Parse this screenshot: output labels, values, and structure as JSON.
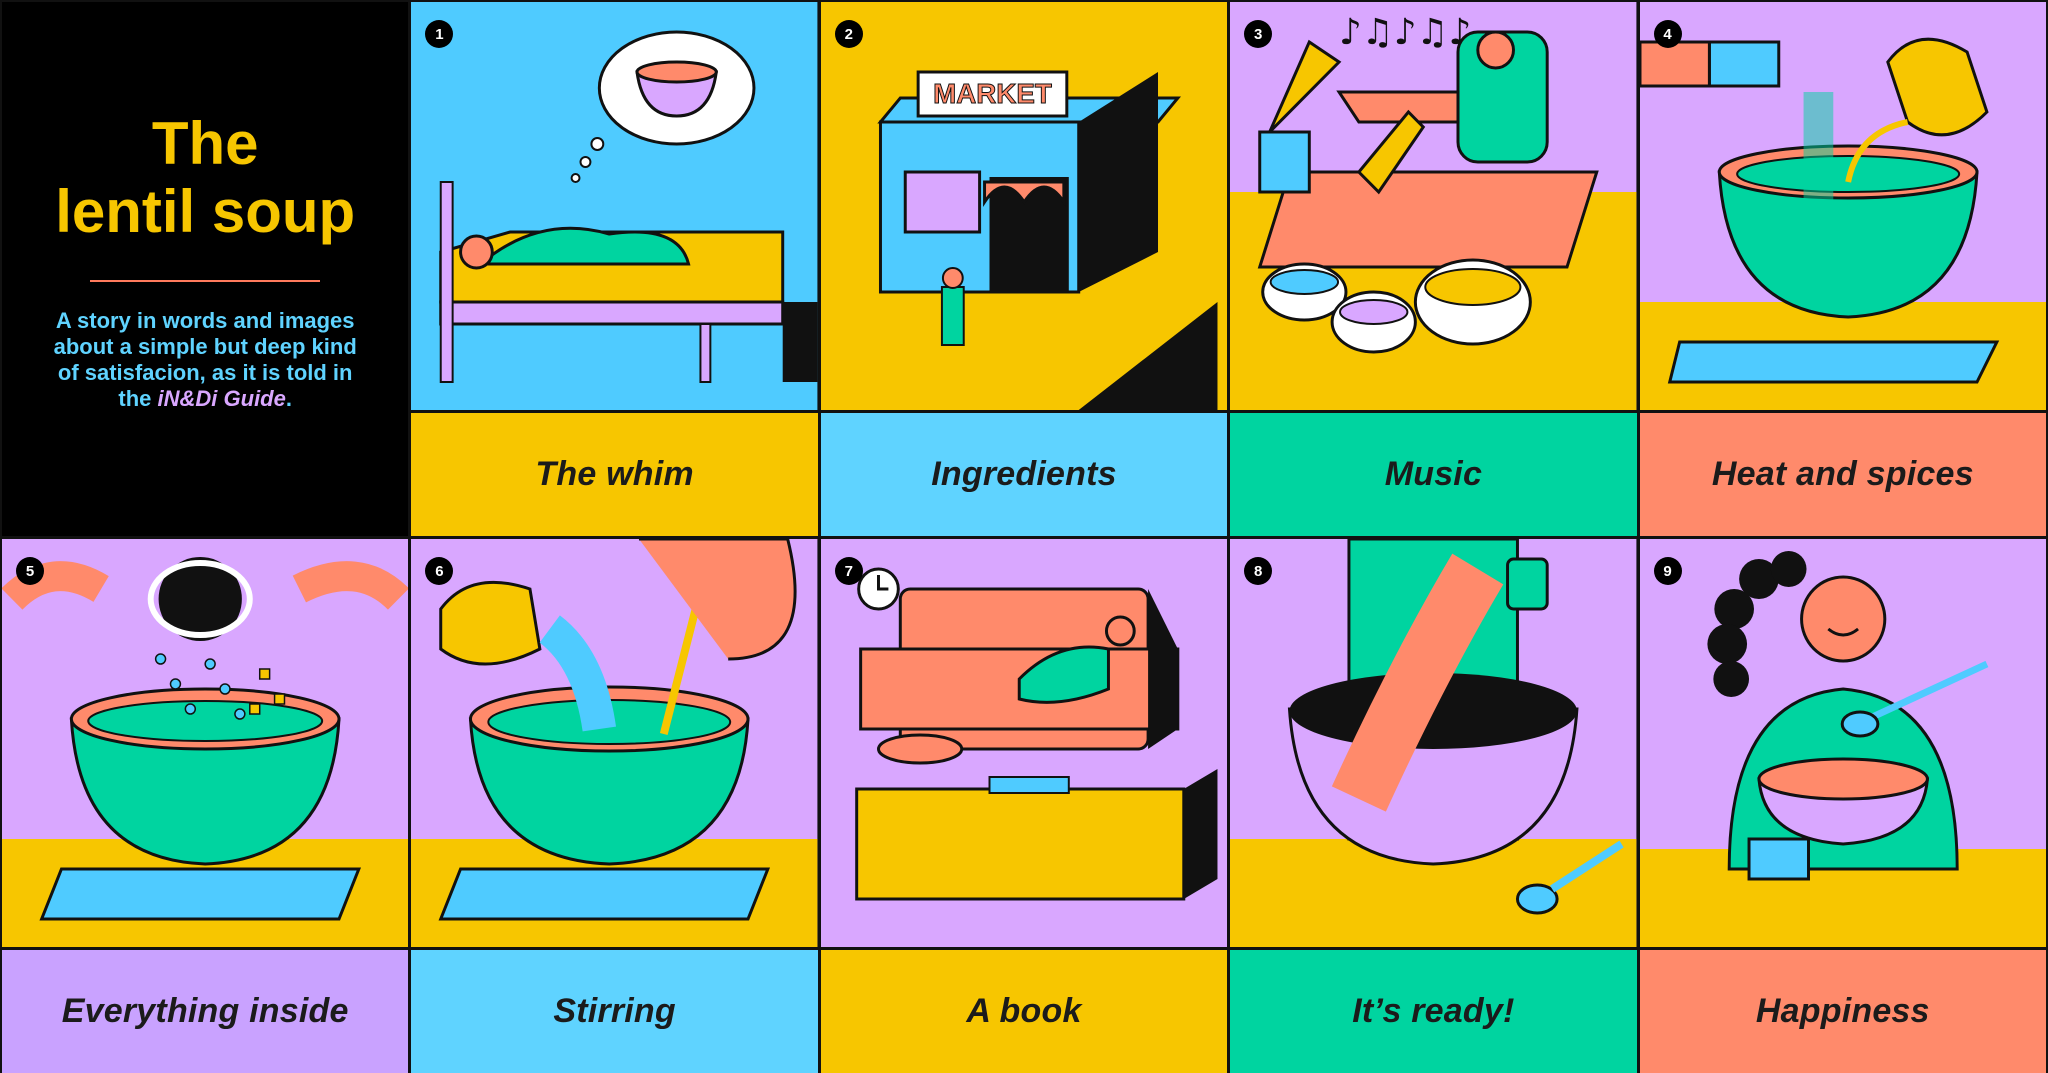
{
  "title": {
    "line1": "The",
    "line2": "lentil soup",
    "subtitle_pre": "A story in words and images about a simple but deep kind of satisfacion, as it is told in the ",
    "subtitle_em": "iN&Di Guide",
    "subtitle_post": "."
  },
  "panels": [
    {
      "number": "1",
      "caption": "The whim",
      "scene_bg": "#4fcbff",
      "caption_bg": "#f7c600"
    },
    {
      "number": "2",
      "caption": "Ingredients",
      "scene_bg": "#f7c600",
      "caption_bg": "#5fd3ff",
      "sign": "MARKET"
    },
    {
      "number": "3",
      "caption": "Music",
      "scene_bg": "#d9a7ff",
      "caption_bg": "#00d4a0"
    },
    {
      "number": "4",
      "caption": "Heat and spices",
      "scene_bg": "#d9a7ff",
      "caption_bg": "#ff8a6b"
    },
    {
      "number": "5",
      "caption": "Everything inside",
      "scene_bg": "#d9a7ff",
      "caption_bg": "#c9a2ff"
    },
    {
      "number": "6",
      "caption": "Stirring",
      "scene_bg": "#d9a7ff",
      "caption_bg": "#5fd3ff"
    },
    {
      "number": "7",
      "caption": "A book",
      "scene_bg": "#d9a7ff",
      "caption_bg": "#f7c600"
    },
    {
      "number": "8",
      "caption": "It’s ready!",
      "scene_bg": "#d9a7ff",
      "caption_bg": "#00d4a0"
    },
    {
      "number": "9",
      "caption": "Happiness",
      "scene_bg": "#d9a7ff",
      "caption_bg": "#ff8a6b"
    }
  ],
  "colors": {
    "yellow": "#f7c600",
    "sky": "#4fcbff",
    "lilac": "#d9a7ff",
    "teal": "#00d4a0",
    "salmon": "#ff8a6b",
    "ink": "#111111"
  }
}
